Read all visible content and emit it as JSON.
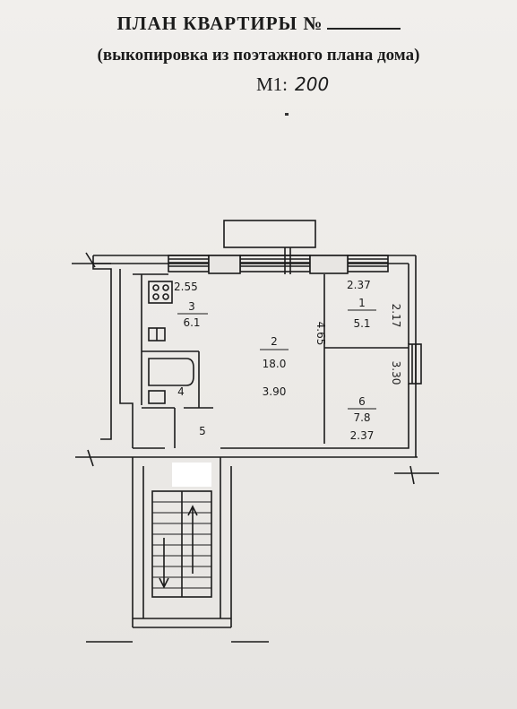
{
  "header": {
    "title": "ПЛАН КВАРТИРЫ №",
    "subtitle": "(выкопировка из поэтажного плана дома)",
    "scale_label": "М1:",
    "scale_value": "200"
  },
  "plan": {
    "rooms": [
      {
        "number": "1",
        "area": "5.1",
        "width": "2.37",
        "depth": "2.17"
      },
      {
        "number": "2",
        "area": "18.0",
        "width": "3.90",
        "depth": "4.65"
      },
      {
        "number": "3",
        "area": "6.1",
        "width": "2.55"
      },
      {
        "number": "4"
      },
      {
        "number": "5"
      },
      {
        "number": "6",
        "area": "7.8",
        "width": "2.37",
        "depth": "3.30"
      }
    ]
  }
}
